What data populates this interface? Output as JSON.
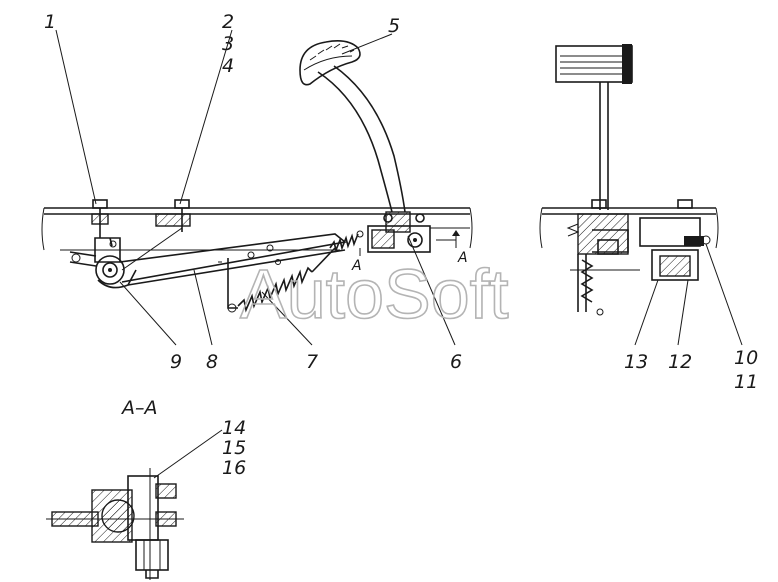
{
  "callouts": {
    "c1": "1",
    "c2": "2",
    "c3": "3",
    "c4": "4",
    "c5": "5",
    "c6": "6",
    "c7": "7",
    "c8": "8",
    "c9": "9",
    "c10": "10",
    "c11": "11",
    "c12": "12",
    "c13": "13",
    "c14": "14",
    "c15": "15",
    "c16": "16"
  },
  "section_marks": {
    "a_left": "A",
    "a_right": "A",
    "section_title": "A–A"
  },
  "watermark": "AutoSoft"
}
